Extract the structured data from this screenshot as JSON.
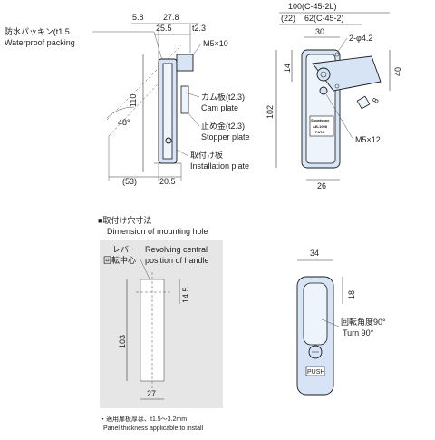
{
  "side_view": {
    "waterproof_packing_jp": "防水パッキン(t1.5",
    "waterproof_packing_en": "Waterproof packing",
    "dim_5_8": "5.8",
    "dim_27_8": "27.8",
    "dim_25_5": "25.5",
    "dim_t2_3": "t2.3",
    "screw_m5x10": "M5×10",
    "dim_110": "110",
    "angle_48": "48°",
    "cam_plate_jp": "カム板(t2.3)",
    "cam_plate_en": "Cam plate",
    "stopper_plate_jp": "止め金(t2.3)",
    "stopper_plate_en": "Stopper plate",
    "installation_plate_jp": "取付け板",
    "installation_plate_en": "Installation plate",
    "dim_53": "(53)",
    "dim_20_5": "20.5"
  },
  "front_view": {
    "dim_100": "100(C-45-2L)",
    "dim_22": "(22)",
    "dim_62": "62(C-45-2)",
    "dim_30": "30",
    "holes": "2-φ4.2",
    "dim_14": "14",
    "dim_40": "40",
    "dim_8": "8",
    "dim_102": "102",
    "screw_m5x12": "M5×12",
    "dim_26": "26",
    "badge_brand": "Sugatsune",
    "badge_line1": "AB-1098",
    "badge_line2": "PAT.P"
  },
  "mounting_hole": {
    "title_jp": "■取付け穴寸法",
    "title_en": "Dimension of mounting hole",
    "lever_jp": "レバー",
    "center_jp": "回転中心",
    "revolving_en": "Revolving central",
    "position_en": "position of handle",
    "dim_14_5": "14.5",
    "dim_103": "103",
    "dim_27": "27",
    "note_jp": "・適用扉板厚は、t1.5〜3.2mm",
    "note_en": "Panel thickness applicable to install"
  },
  "turn_view": {
    "dim_34": "34",
    "dim_18": "18",
    "turn_jp": "回転角度90°",
    "turn_en": "Turn 90°",
    "push_label": "PUSH"
  }
}
